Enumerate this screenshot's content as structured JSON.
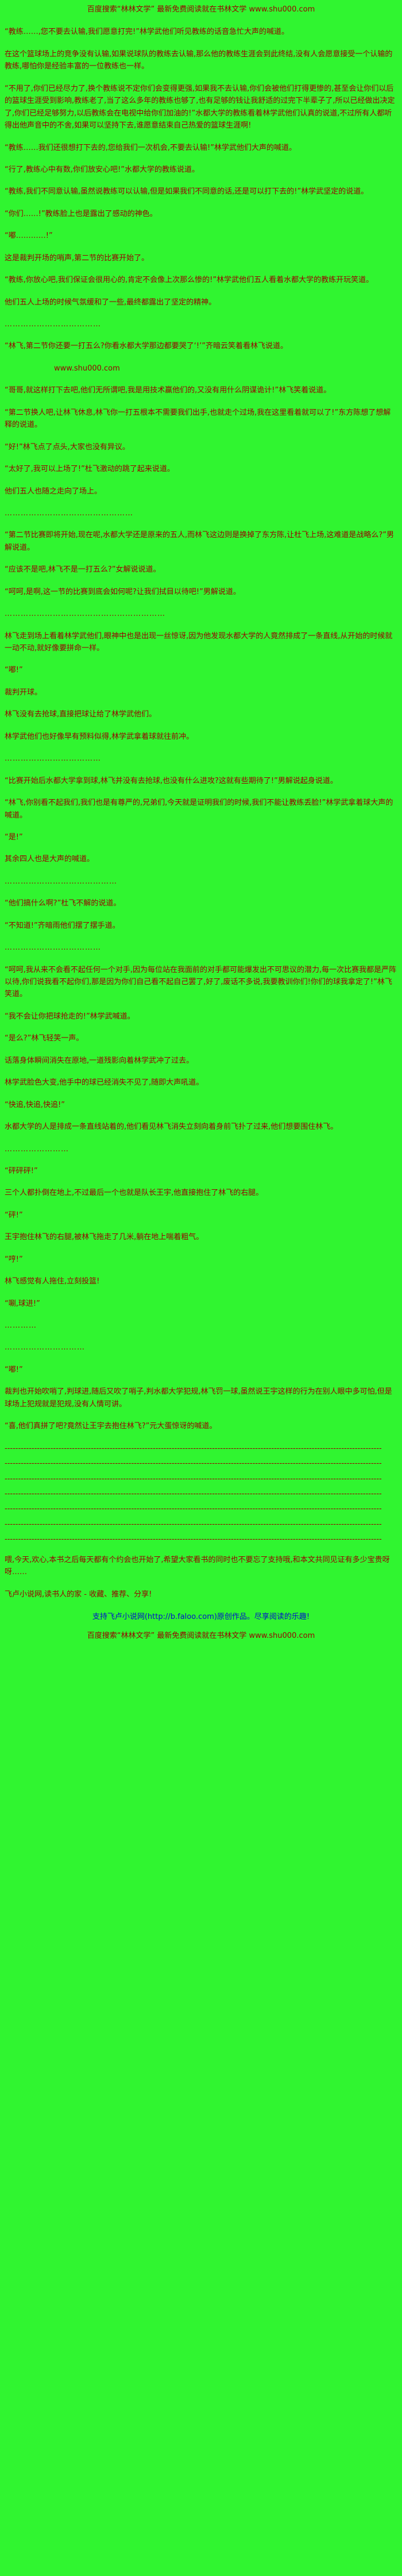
{
  "colors": {
    "background": "#30f530",
    "text": "#990000",
    "link": "#0010cc"
  },
  "header": {
    "promo": "百度搜索“林林文学” 最新免费阅读就在书林文学 www.shu000.com"
  },
  "content": {
    "blocks": [
      {
        "type": "p",
        "text": "“教练……,您不要去认输,我们愿意打完!”林学武他们听见教练的话音急忙大声的喊道。"
      },
      {
        "type": "p",
        "text": "在这个篮球场上的竞争没有认输,如果说球队的教练去认输,那么他的教练生涯会到此终结,没有人会愿意接受一个认输的教练,哪怕你是经验丰富的一位教练也一样。"
      },
      {
        "type": "p",
        "text": "“不用了,你们已经尽力了,换个教练说不定你们会变得更强,如果我不去认输,你们会被他们打得更惨的,甚至会让你们以后的篮球生涯受到影响,教练老了,当了这么多年的教练也够了,也有足够的钱让我舒适的过完下半辈子了,所以已经做出决定了,你们已经足够努力,以后教练会在电视中给你们加油的!”水都大学的教练看着林学武他们认真的说道,不过所有人都听得出他声音中的不舍,如果可以坚持下去,谁愿意结束自己热爱的篮球生涯啊!"
      },
      {
        "type": "p",
        "text": "“教练……我们还很想打下去的,您给我们一次机会,不要去认输!”林学武他们大声的喊道。"
      },
      {
        "type": "p",
        "text": "“行了,教练心中有数,你们放安心吧!”水都大学的教练说道。"
      },
      {
        "type": "p",
        "text": "“教练,我们不同意认输,虽然说教练可以认输,但是如果我们不同意的话,还是可以打下去的!”林学武坚定的说道。"
      },
      {
        "type": "p",
        "text": "“你们……!”教练脸上也是露出了感动的神色。"
      },
      {
        "type": "p",
        "text": "“嘟…………!”"
      },
      {
        "type": "p",
        "text": "这是裁判开场的哨声,第二节的比赛开始了。"
      },
      {
        "type": "p",
        "text": "“教练,你放心吧,我们保证会很用心的,肯定不会像上次那么惨的!”林学武他们五人看着水都大学的教练开玩笑道。"
      },
      {
        "type": "p",
        "text": "他们五人上场的时候气氛缓和了一些,最终都露出了坚定的精神。"
      },
      {
        "type": "dots",
        "text": "………………………………"
      },
      {
        "type": "p",
        "text": "“林飞,第二节你还要一打五么?你看水都大学那边都要哭了‘!’”齐暗云笑着看林飞说道。"
      },
      {
        "type": "watermark",
        "text": "www.shu000.com"
      },
      {
        "type": "p",
        "text": "“哥哥,就这样打下去吧,他们无所谓吧,我是用技术赢他们的,又没有用什么阴谋诡计!”林飞笑着说道。"
      },
      {
        "type": "p",
        "text": "“第二节换人吧,让林飞休息,林飞你一打五根本不需要我们出手,也就走个过场,我在这里看着就可以了!”东方陈想了想解释的说道。"
      },
      {
        "type": "p",
        "text": "“好!”林飞点了点头,大家也没有异议。"
      },
      {
        "type": "p",
        "text": "“太好了,我可以上场了!”杜飞激动的跳了起来说道。"
      },
      {
        "type": "p",
        "text": "他们五人也随之走向了场上。"
      },
      {
        "type": "dots",
        "text": "…………………………………………"
      },
      {
        "type": "p",
        "text": "“第二节比赛即将开始,现在呢,水都大学还是原来的五人,而林飞这边则是换掉了东方陈,让杜飞上场,这难道是战略么?”男解说道。"
      },
      {
        "type": "p",
        "text": "“应该不是吧,林飞不是一打五么?”女解说说道。"
      },
      {
        "type": "p",
        "text": "“呵呵,是啊,这一节的比赛到底会如何呢?让我们拭目以待吧!”男解说道。"
      },
      {
        "type": "dots",
        "text": "……………………………………………………"
      },
      {
        "type": "p",
        "text": "林飞走到场上看着林学武他们,眼神中也是出现一丝惊讶,因为他发现水都大学的人竟然排成了一条直线,从开始的时候就一动不动,就好像要拼命一样。"
      },
      {
        "type": "p",
        "text": "“嘟!”"
      },
      {
        "type": "p",
        "text": "裁判开球。"
      },
      {
        "type": "p",
        "text": "林飞没有去抢球,直接把球让给了林学武他们。"
      },
      {
        "type": "p",
        "text": "林学武他们也好像早有预料似得,林学武拿着球就往前冲。"
      },
      {
        "type": "dots",
        "text": "………………………………"
      },
      {
        "type": "p",
        "text": "“比赛开始后水都大学拿到球,林飞并没有去抢球,也没有什么进攻?这就有些期待了!”男解说起身说道。"
      },
      {
        "type": "p",
        "text": "“林飞,你别看不起我们,我们也是有尊严的,兄弟们,今天就是证明我们的时候,我们不能让教练丢脸!”林学武拿着球大声的喊道。"
      },
      {
        "type": "p",
        "text": "“是!”"
      },
      {
        "type": "p",
        "text": "其余四人也是大声的喊道。"
      },
      {
        "type": "dots",
        "text": "……………………………………"
      },
      {
        "type": "p",
        "text": "“他们搞什么啊?”杜飞不解的说道。"
      },
      {
        "type": "p",
        "text": "“不知道!”齐暗雨他们摆了摆手道。"
      },
      {
        "type": "dots",
        "text": "………………………………"
      },
      {
        "type": "p",
        "text": "“呵呵,我从来不会看不起任何一个对手,因为每位站在我面前的对手都可能爆发出不可思议的潜力,每一次比赛我都是严阵以待,你们说我看不起你们,那是因为你们自己看不起自己罢了,好了,废话不多说,我要教训你们!你们的球我拿定了!”林飞笑道。"
      },
      {
        "type": "p",
        "text": "“我不会让你把球抢走的!”林学武喊道。"
      },
      {
        "type": "p",
        "text": "“是么?”林飞轻笑一声。"
      },
      {
        "type": "p",
        "text": "话落身体瞬间消失在原地,一道残影向着林学武冲了过去。"
      },
      {
        "type": "p",
        "text": "林学武脸色大变,他手中的球已经消失不见了,随即大声吼道。"
      },
      {
        "type": "p",
        "text": "“快追,快追,快追!”"
      },
      {
        "type": "p",
        "text": "水都大学的人是排成一条直线站着的,他们看见林飞消失立刻向着身前飞扑了过来,他们想要围住林飞。"
      },
      {
        "type": "dots",
        "text": "……………………"
      },
      {
        "type": "p",
        "text": "“砰砰砰!”"
      },
      {
        "type": "p",
        "text": "三个人都扑倒在地上,不过最后一个也就是队长王宇,他直接抱住了林飞的右腿。"
      },
      {
        "type": "p",
        "text": "“砰!”"
      },
      {
        "type": "p",
        "text": "王宇抱住林飞的右腿,被林飞拖走了几米,躺在地上喘着粗气。"
      },
      {
        "type": "p",
        "text": "“哼!”"
      },
      {
        "type": "p",
        "text": "林飞感觉有人拖住,立刻投篮!"
      },
      {
        "type": "p",
        "text": "“唰,球进!”"
      },
      {
        "type": "dots",
        "text": "…………"
      },
      {
        "type": "dots",
        "text": "…………………………"
      },
      {
        "type": "p",
        "text": "“嘟!”"
      },
      {
        "type": "p",
        "text": "裁判也开始吹哨了,判球进,随后又吹了哨子,判水都大学犯规,林飞罚一球,虽然说王宇这样的行为在别人眼中多可怕,但是球场上犯规就是犯规,没有人情可讲。"
      },
      {
        "type": "p",
        "text": "“喜,他们真拼了吧?竟然让王宇去抱住林飞?”元大蛋惊讶的喊道。"
      },
      {
        "type": "dash",
        "text": "--------------------------------------------------------------------------------------------------------------------------------------------"
      },
      {
        "type": "dash",
        "text": "--------------------------------------------------------------------------------------------------------------------------------------------"
      },
      {
        "type": "dash",
        "text": "--------------------------------------------------------------------------------------------------------------------------------------------"
      },
      {
        "type": "dash",
        "text": "--------------------------------------------------------------------------------------------------------------------------------------------"
      },
      {
        "type": "dash",
        "text": "--------------------------------------------------------------------------------------------------------------------------------------------"
      },
      {
        "type": "dash",
        "text": "--------------------------------------------------------------------------------------------------------------------------------------------"
      },
      {
        "type": "dash",
        "text": "--------------------------------------------------------------------------------------------------------------------------------------------"
      },
      {
        "type": "note",
        "text": "喂,今天,欢心,本书之后每天都有个约会也开始了,希望大家看书的同时也不要忘了支持哦,和本文共同见证有多少宝贵呀呀……"
      }
    ]
  },
  "footer": {
    "slogan": "飞卢小说网,读书人的家 - 收藏、推荐、分享!",
    "support": "支持飞卢小说网(http://b.faloo.com)原创作品。尽享阅读的乐趣!",
    "promo": "百度搜索“林林文学” 最新免费阅读就在书林文学 www.shu000.com"
  }
}
